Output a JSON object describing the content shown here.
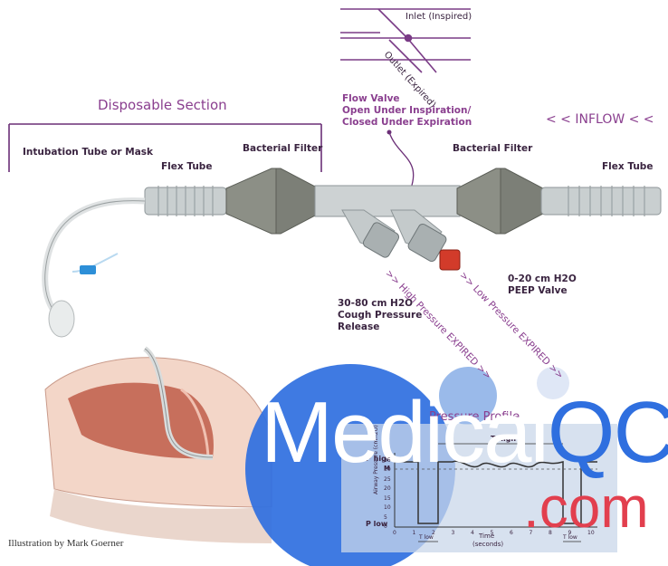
{
  "title": "Disposable Section",
  "inflow": "< < INFLOW  < <",
  "valve": {
    "inlet": "Inlet (Inspired)",
    "outlet": "Outlet (Expired)"
  },
  "flow_valve": "Flow Valve\nOpen Under Inspiration/\nClosed Under Expiration",
  "labels": {
    "intubation": "Intubation Tube or Mask",
    "flex_tube_left": "Flex Tube",
    "filter_left": "Bacterial Filter",
    "filter_right": "Bacterial Filter",
    "flex_tube_right": "Flex Tube",
    "peep": "0-20 cm H2O\nPEEP Valve",
    "cough": "30-80 cm H2O\nCough Pressure\nRelease",
    "high_pressure": ">> High Pressure EXPIRED >>",
    "low_pressure": ">> Low Pressure EXPIRED >>"
  },
  "pressure_profile": {
    "title": "Pressure Profile",
    "ylabel": "Airway Pressure (cmH2O)",
    "xlabel": "Time",
    "xunit": "(seconds)",
    "x_ticks": [
      "0",
      "1",
      "2",
      "3",
      "4",
      "5",
      "6",
      "7",
      "8",
      "9",
      "10"
    ],
    "y_ticks": [
      "0",
      "5",
      "10",
      "15",
      "20",
      "25",
      "30",
      "35"
    ],
    "t_high": "T high",
    "t_low": "T low",
    "p_high": "P high",
    "p_low": "P low",
    "mean": "M"
  },
  "credit": "Illustration by Mark Goerner",
  "watermark": {
    "part1": "Medical",
    "part2": "QC",
    "part3": ".com"
  },
  "colors": {
    "purple": "#8a3f8f",
    "tube": "#bfc5c6",
    "filter": "#8a8d86",
    "watermark_blue": "#2f6fdf",
    "watermark_red": "#e23f4e"
  }
}
